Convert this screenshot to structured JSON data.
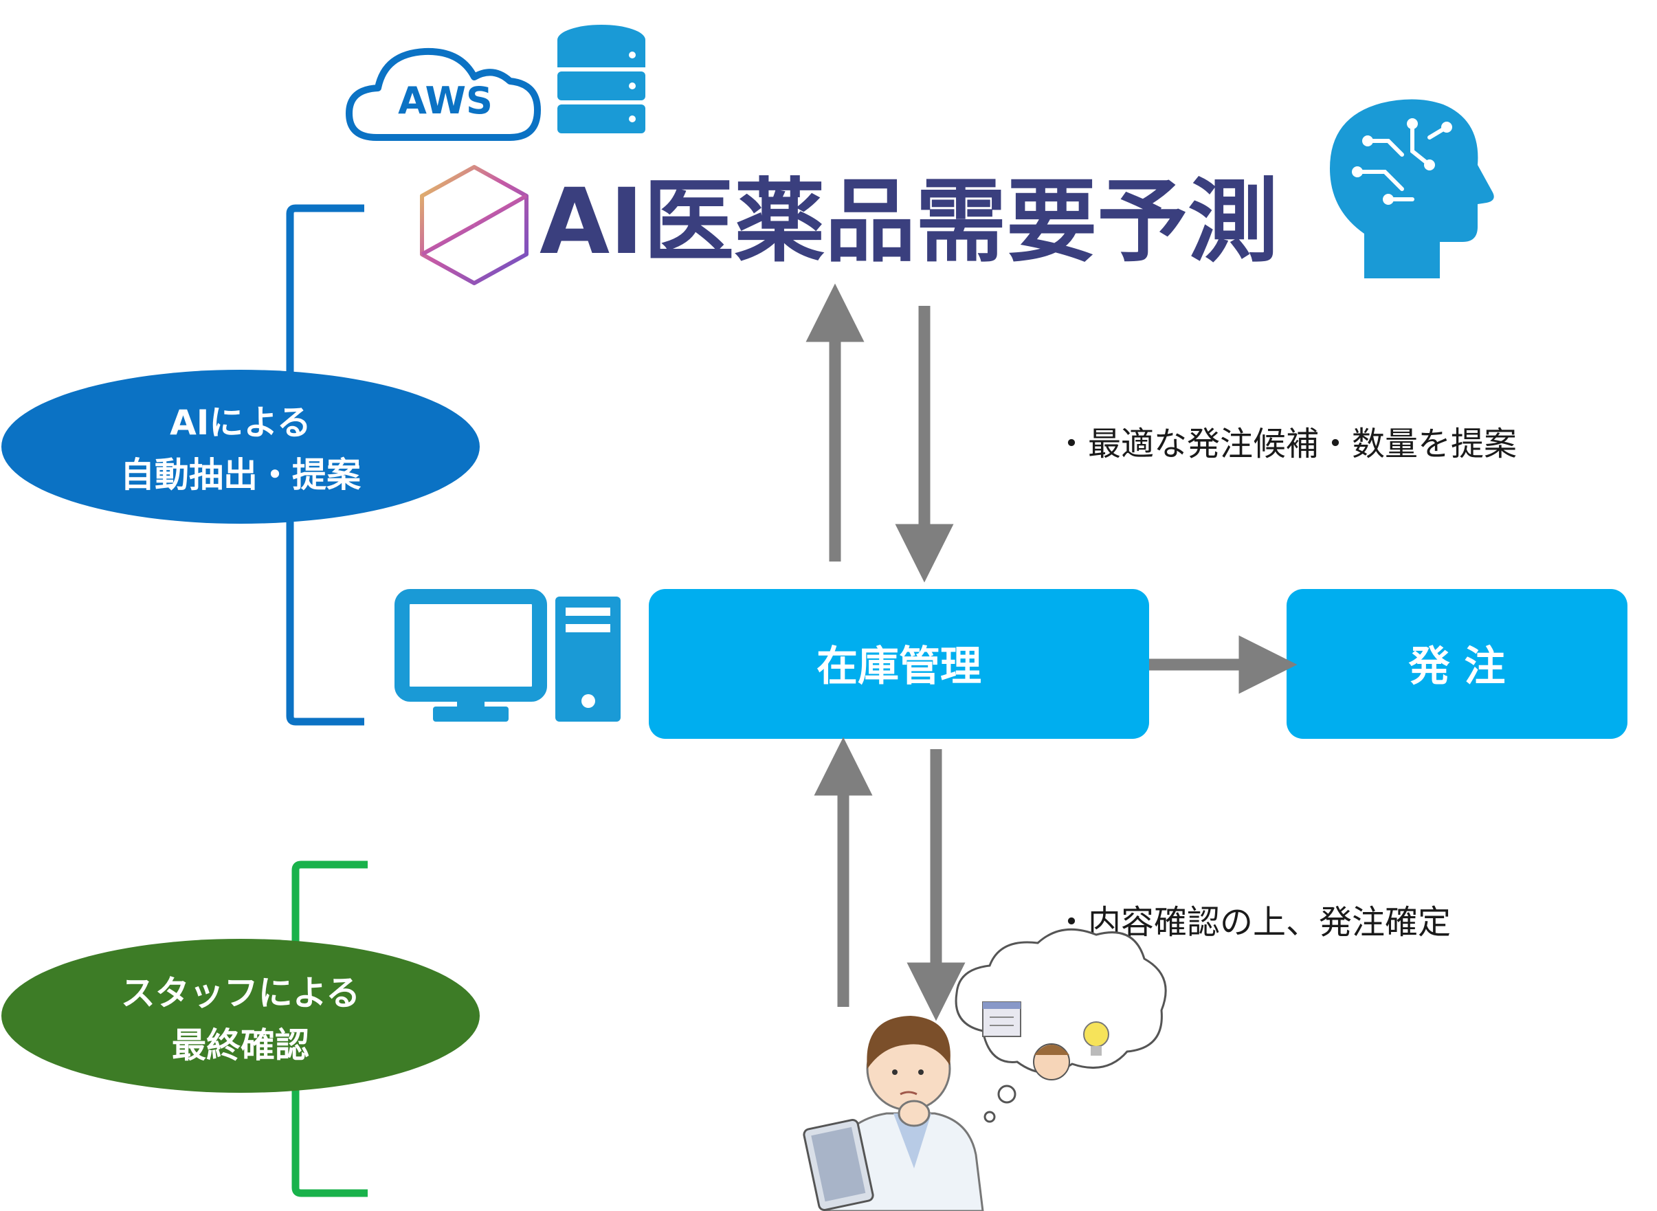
{
  "header": {
    "aws_label": "AWS",
    "title": "AI医薬品需要予測"
  },
  "left_labels": {
    "ai_line1": "AIによる",
    "ai_line2": "自動抽出・提案",
    "staff_line1": "スタッフによる",
    "staff_line2": "最終確認"
  },
  "boxes": {
    "inventory": "在庫管理",
    "order": "発 注"
  },
  "notes": {
    "ai_suggestion": "・最適な発注候補・数量を提案",
    "staff_confirm": "・内容確認の上、発注確定"
  },
  "icons": [
    "cloud-icon",
    "database-icon",
    "cube-logo-icon",
    "ai-brain-head-icon",
    "computer-icon",
    "pharmacist-illustration"
  ],
  "colors": {
    "blue_box": "#00AEEF",
    "blue_ellipse": "#0B72C4",
    "green_ellipse": "#3D7C26",
    "green_bracket": "#19B24B",
    "title_navy": "#3A3F7E",
    "arrow_gray": "#7F7F7F"
  }
}
